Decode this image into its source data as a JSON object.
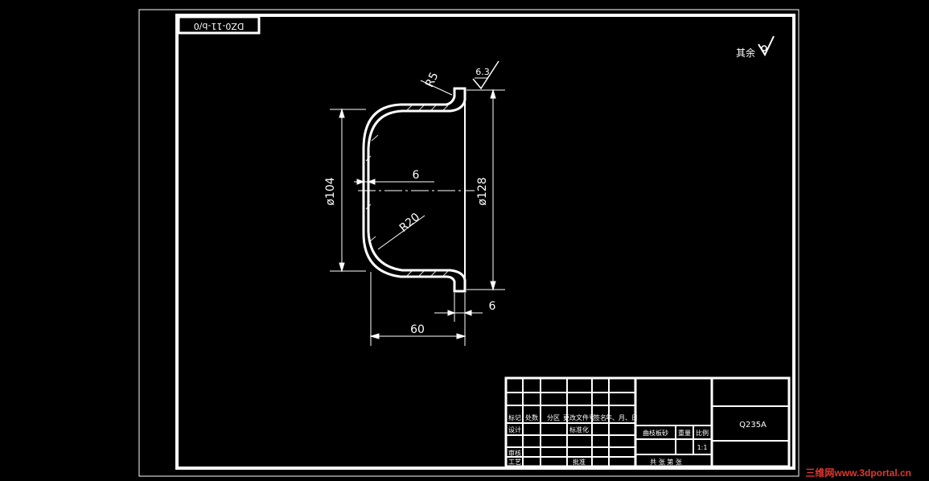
{
  "drawing": {
    "number": "DZ0-11-b/0",
    "surface_finish_note": "其余",
    "roughness_value": "6.3",
    "dimensions": {
      "r5": "R5",
      "r20": "R20",
      "wall": "6",
      "flange": "6",
      "length": "60",
      "d_inner": "ø104",
      "d_outer": "ø128"
    }
  },
  "title_block": {
    "material": "Q235A",
    "part_name": "曲枝板砂",
    "scale_value": "1:1",
    "header_cells": [
      "标记",
      "处数",
      "分区",
      "更改文件号",
      "签名",
      "年、月、日"
    ],
    "left_labels": [
      "设计",
      "审核",
      "工艺"
    ],
    "mid_label": "标准化",
    "approve_label": "批准",
    "weight_label": "重量",
    "scale_label": "比例",
    "sheet_label": "共 张 第 张"
  },
  "watermark": "三维网www.3dportal.cn"
}
